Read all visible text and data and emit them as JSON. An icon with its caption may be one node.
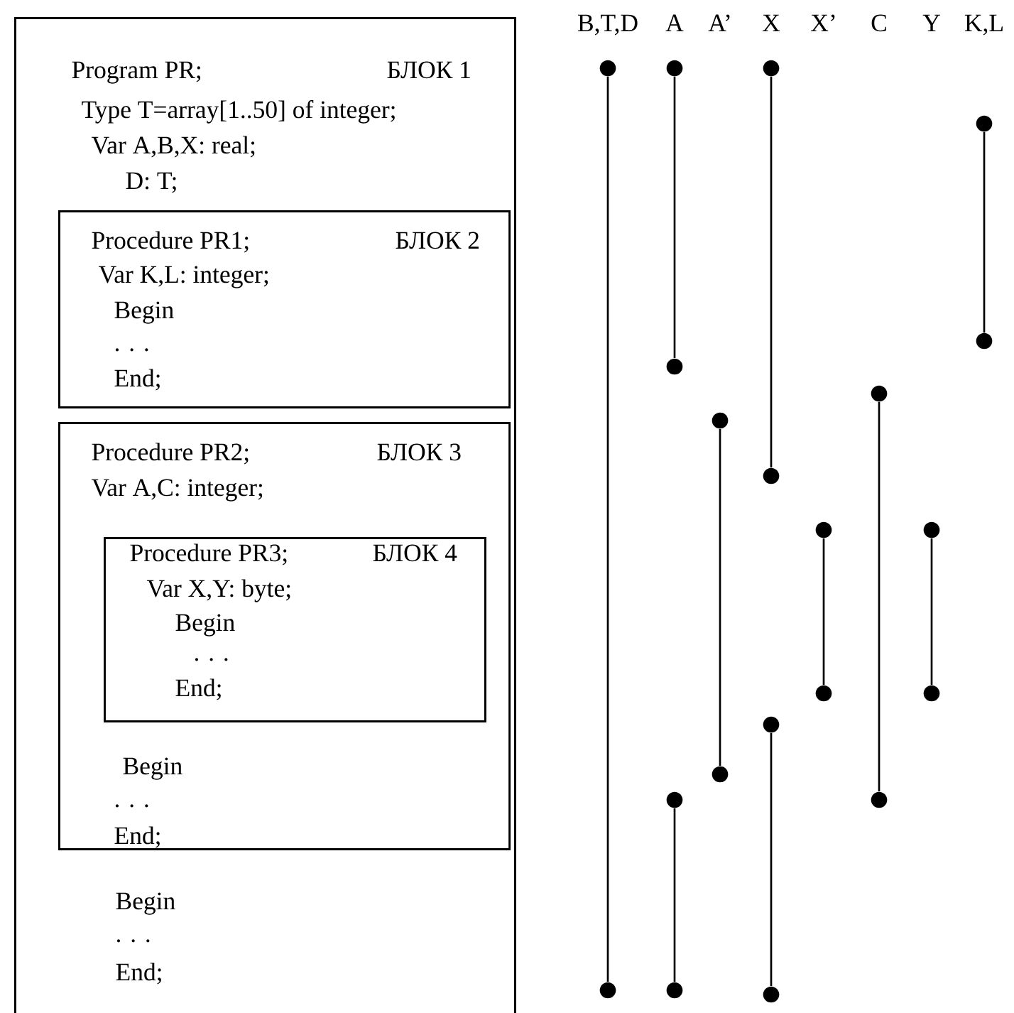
{
  "diagram": {
    "nodes": [
      {
        "text": [
          "Program PR;",
          "БЛОК 1",
          "Type T=array[1..50] of integer;",
          "Var A,B,X: real;",
          "D: T;",
          "Begin",
          ". . .",
          "End;"
        ]
      },
      {
        "text": [
          "Procedure PR1;",
          "БЛОК 2",
          "Var K,L: integer;",
          "Begin",
          ". . .",
          "End;"
        ],
        "in": 0
      },
      {
        "text": [
          "Procedure PR2;",
          "БЛОК 3",
          "Var A,C: integer;",
          "Begin",
          ". . .",
          "End;"
        ],
        "in": 0
      },
      {
        "text": [
          "Procedure  PR3;",
          "БЛОК 4",
          "Var X,Y: byte;",
          "Begin",
          ". . .",
          "End;"
        ],
        "in": 2
      },
      {
        "text": [],
        "shape": "circle"
      },
      {
        "text": [],
        "shape": "circle"
      },
      {
        "text": [],
        "shape": "circle"
      },
      {
        "text": [],
        "shape": "circle"
      },
      {
        "text": [],
        "shape": "circle"
      },
      {
        "text": [],
        "shape": "circle"
      },
      {
        "text": [],
        "shape": "circle"
      },
      {
        "text": [],
        "shape": "circle"
      },
      {
        "text": [],
        "shape": "circle"
      },
      {
        "text": [],
        "shape": "circle"
      },
      {
        "text": [],
        "shape": "circle"
      },
      {
        "text": [],
        "shape": "circle"
      },
      {
        "text": [],
        "shape": "circle"
      },
      {
        "text": [],
        "shape": "circle"
      },
      {
        "text": [],
        "shape": "circle"
      },
      {
        "text": [],
        "shape": "circle"
      },
      {
        "text": [],
        "shape": "circle"
      },
      {
        "text": [],
        "shape": "circle"
      },
      {
        "text": [],
        "shape": "circle"
      },
      {
        "text": [],
        "shape": "circle"
      }
    ],
    "edges": [
      {
        "from": 4,
        "to": 21,
        "arrow": "none"
      },
      {
        "from": 5,
        "to": 9,
        "arrow": "none"
      },
      {
        "from": 6,
        "to": 12,
        "arrow": "none"
      },
      {
        "from": 7,
        "to": 8,
        "arrow": "none"
      },
      {
        "from": 10,
        "to": 20,
        "arrow": "none"
      },
      {
        "from": 11,
        "to": 18,
        "arrow": "none"
      },
      {
        "from": 13,
        "to": 15,
        "arrow": "none"
      },
      {
        "from": 14,
        "to": 16,
        "arrow": "none"
      },
      {
        "from": 17,
        "to": 23,
        "arrow": "none"
      },
      {
        "from": 19,
        "to": 22,
        "arrow": "none"
      }
    ],
    "labels": [
      "B,T,D",
      "A",
      "A’",
      "X",
      "X’",
      "C",
      "Y",
      "K,L"
    ]
  }
}
